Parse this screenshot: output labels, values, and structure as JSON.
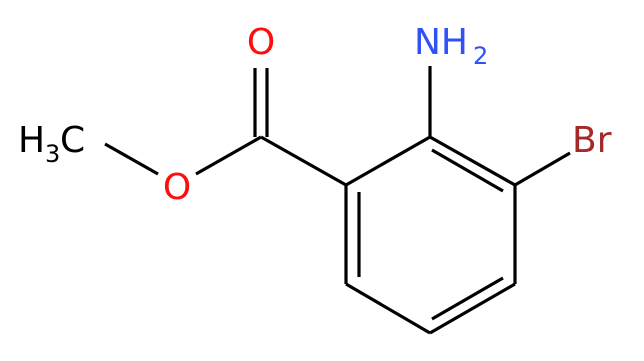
{
  "molecule": {
    "atoms": {
      "O_carbonyl": {
        "symbol": "O",
        "color": "#ff0d0d"
      },
      "O_ester": {
        "symbol": "O",
        "color": "#ff0d0d"
      },
      "methyl": {
        "symbol": "H",
        "count": "3",
        "tail": "C",
        "color": "#000000"
      },
      "amine": {
        "symbol": "NH",
        "count": "2",
        "color": "#3050f8"
      },
      "bromine": {
        "symbol": "Br",
        "color": "#a62929"
      }
    }
  }
}
